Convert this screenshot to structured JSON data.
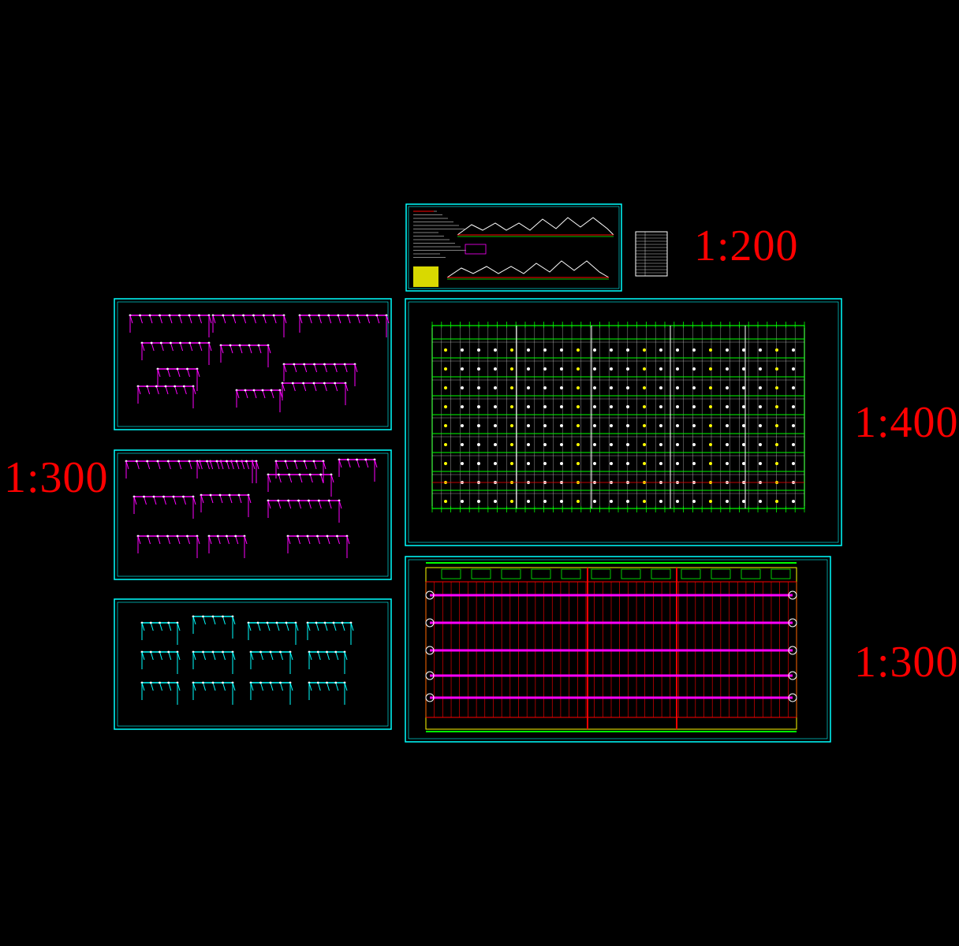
{
  "drawing": {
    "scale_labels": {
      "top_right": "1:200",
      "mid_right": "1:400",
      "left": "1:300",
      "bottom_right": "1:300"
    },
    "colors": {
      "background": "#000000",
      "frame": "#00ffff",
      "scale_text": "#ff0000",
      "pipe_magenta": "#ff00ff",
      "grid_green": "#00ff00",
      "red_line": "#ff0000",
      "yellow": "#ffff00",
      "white": "#ffffff"
    }
  }
}
